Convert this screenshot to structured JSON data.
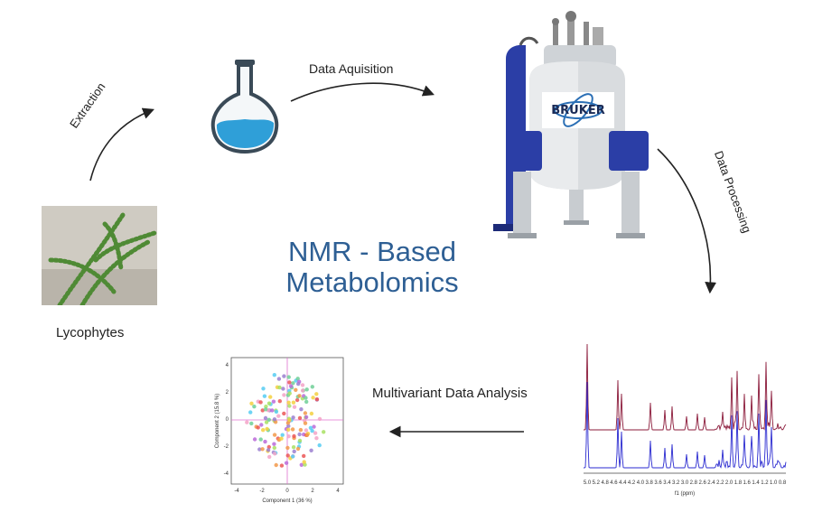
{
  "diagram": {
    "title_line1": "NMR - Based",
    "title_line2": "Metabolomics",
    "sample_label": "Lycophytes",
    "steps": {
      "extraction": "Extraction",
      "acquisition": "Data Aquisition",
      "processing": "Data Processing",
      "analysis": "Multivariant Data Analysis"
    },
    "spectrometer_brand": "BRUKER",
    "spectrum_ticks": [
      "5.0",
      "5.2",
      "4.8",
      "4.6",
      "4.4",
      "4.2",
      "4.0",
      "3.8",
      "3.6",
      "3.4",
      "3.2",
      "3.0",
      "2.8",
      "2.6",
      "2.4",
      "2.2",
      "2.0",
      "1.8",
      "1.6",
      "1.4",
      "1.2",
      "1.0",
      "0.8"
    ],
    "spectrum_axis_label": "f1 (ppm)",
    "pca_axis_x": "Component 1 (36 %)",
    "pca_axis_y": "Component 2 (15.8 %)",
    "pca_ticks_x": [
      "-4",
      "-2",
      "0",
      "2",
      "4"
    ],
    "pca_ticks_y": [
      "-4",
      "-2",
      "0",
      "2",
      "4"
    ],
    "colors": {
      "title": "#2e5f94",
      "flask_liquid": "#2f9fd8",
      "magnet_blue": "#1f3a9e",
      "spectrum_top": "#8b1a3a",
      "spectrum_bottom": "#2a2ad0",
      "pca_axes": "#e070d0"
    }
  }
}
